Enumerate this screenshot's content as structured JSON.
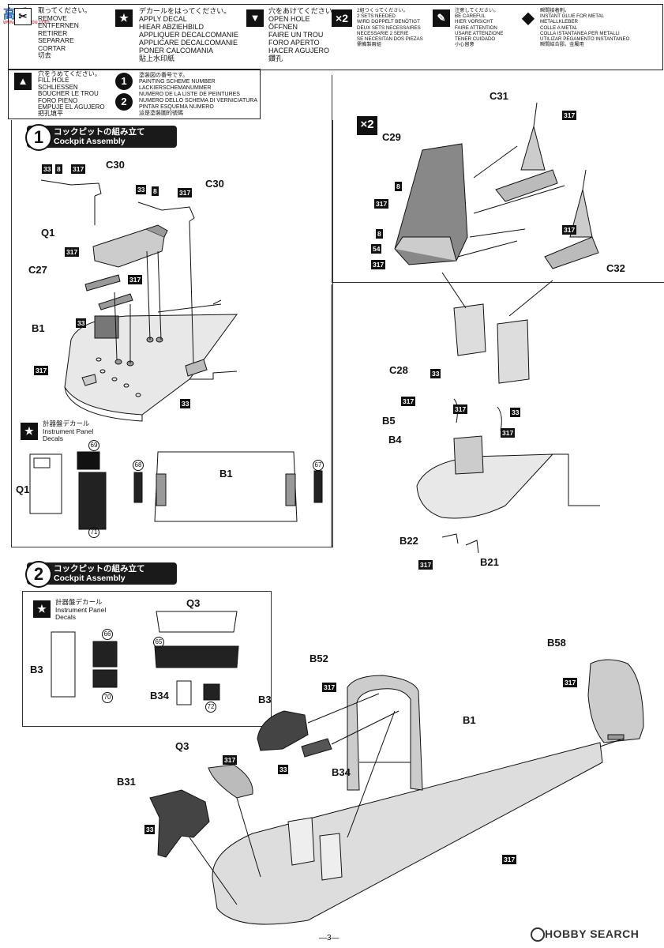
{
  "watermark_top": "高手",
  "watermark_top_url": "www.gaoshou.com",
  "legend": {
    "remove": [
      "取ってください。",
      "REMOVE",
      "ENTFERNEN",
      "RETIRER",
      "SEPARARE",
      "CORTAR",
      "切去"
    ],
    "decal": [
      "デカールをはってください。",
      "APPLY DECAL",
      "HIEAR ABZIEHBILD",
      "APPLIQUER DECALCOMANIE",
      "APPLICARE DECALCOMANIE",
      "PONER CALCOMANIA",
      "貼上水印紙"
    ],
    "open_hole": [
      "穴をあけてください。",
      "OPEN HOLE",
      "ÖFFNEN",
      "FAIRE UN TROU",
      "FORO APERTO",
      "HACER AGUJERO",
      "鑽孔"
    ],
    "x2": [
      "2組つくってください。",
      "2 SETS NEEDED",
      "WIRD DOPPELT BENÖTIGT",
      "DEUX SETS NECESSAIRES",
      "NECESSARIE 2 SERIE",
      "SE NECESITAN DOS PIEZAS",
      "需備製兩組"
    ],
    "careful": [
      "注意してください。",
      "BE CAREFUL",
      "HIER VORSICHT",
      "FAIRE ATTENTION",
      "USARE ATTENZIONE",
      "TENER CUIDADO",
      "小心留意"
    ],
    "glue": [
      "瞬間接着剤。",
      "INSTANT GLUE FOR METAL",
      "METALLKLEBER",
      "COLLE A METAL",
      "COLLA ISTANTANEA PER METALLI",
      "UTILIZAR PEGAMENTO INSTANTANEO",
      "瞬間結合膠。金屬用"
    ],
    "fill_hole": [
      "穴をうめてください。",
      "FILL HOLE",
      "SCHLIESSEN",
      "BOUCHER LE TROU",
      "FORO PIENO",
      "EMPUJE EL AGUJERO",
      "把孔填平"
    ],
    "painting": [
      "塗装図の番号です。",
      "PAINTING SCHEME NUMBER",
      "LACKIERSCHEMANUMMER",
      "NUMERO DE LA LISTE DE PEINTURES",
      "NUMERO DELLO SCHEMA DI VERNICIATURA",
      "PINTAR ESQUEMA NUMERO",
      "這是塗裝圖的號碼"
    ],
    "icon_x2": "×2",
    "icon_1": "1",
    "icon_2": "2"
  },
  "step1": {
    "num": "1",
    "jp": "コックピットの組み立て",
    "en": "Cockpit Assembly"
  },
  "step2": {
    "num": "2",
    "jp": "コックピットの組み立て",
    "en": "Cockpit Assembly"
  },
  "decal_caption": {
    "jp": "計器盤デカール",
    "en1": "Instrument Panel",
    "en2": "Decals"
  },
  "parts": {
    "C30": "C30",
    "Q1": "Q1",
    "C27": "C27",
    "B1": "B1",
    "C31": "C31",
    "C29": "C29",
    "C32": "C32",
    "C28": "C28",
    "B5": "B5",
    "B4": "B4",
    "B22": "B22",
    "B21": "B21",
    "Q3": "Q3",
    "B3": "B3",
    "B34": "B34",
    "B52": "B52",
    "B58": "B58",
    "B31": "B31"
  },
  "colors": {
    "c317": "317",
    "c33": "33",
    "c8": "8",
    "c54": "54"
  },
  "decals": {
    "d69": "69",
    "d71": "71",
    "d68": "68",
    "d67": "67",
    "d66": "66",
    "d70": "70",
    "d65": "65",
    "d72": "72"
  },
  "x2_badge": "×2",
  "page_number": "—3—",
  "footer_brand": "HOBBY SEARCH"
}
